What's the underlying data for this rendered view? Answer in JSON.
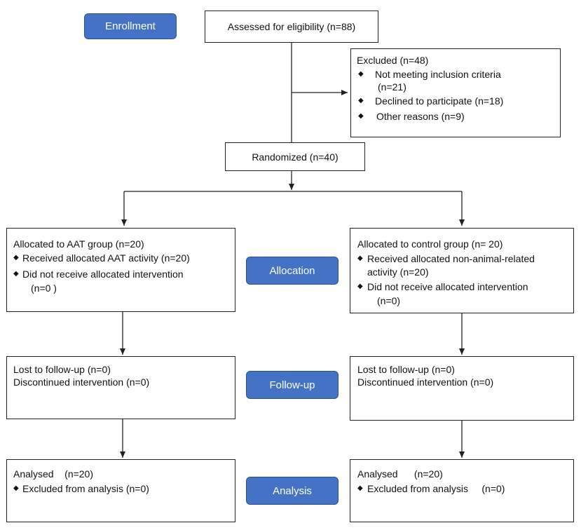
{
  "stages": {
    "enrollment": "Enrollment",
    "allocation": "Allocation",
    "follow_up": "Follow-up",
    "analysis": "Analysis"
  },
  "assessed": {
    "text": "Assessed for eligibility (n=88)"
  },
  "excluded": {
    "title": "Excluded (n=48)",
    "items": [
      {
        "line1": "Not meeting inclusion criteria",
        "line2": "(n=21)"
      },
      {
        "line1": "Declined to participate (n=18)"
      },
      {
        "line1": "Other reasons (n=9)"
      }
    ]
  },
  "randomized": {
    "text": "Randomized (n=40)"
  },
  "left": {
    "allocation": {
      "title": "Allocated to AAT group (n=20)",
      "items": [
        {
          "line1": "Received allocated AAT activity (n=20)"
        },
        {
          "line1": "Did not receive allocated intervention",
          "line2": "(n=0 )"
        }
      ]
    },
    "follow_up": {
      "lines": [
        "Lost to follow-up (n=0)",
        "Discontinued intervention (n=0)"
      ]
    },
    "analysis": {
      "title": "Analysed    (n=20)",
      "items": [
        {
          "line1": "Excluded from analysis (n=0)"
        }
      ]
    }
  },
  "right": {
    "allocation": {
      "title": "Allocated to control group (n= 20)",
      "items": [
        {
          "line1": "Received allocated non-animal-related",
          "line2": "activity (n=20)"
        },
        {
          "line1": "Did not receive allocated intervention",
          "line2": "(n=0)"
        }
      ]
    },
    "follow_up": {
      "lines": [
        "Lost to follow-up (n=0)",
        "Discontinued intervention (n=0)"
      ]
    },
    "analysis": {
      "title": "Analysed      (n=20)",
      "items": [
        {
          "line1": "Excluded from analysis     (n=0)"
        }
      ]
    }
  },
  "colors": {
    "stage_fill": "#4472C4",
    "stage_border": "#2F528F",
    "line": "#222222"
  },
  "icons": {
    "bullet": "diamond-bullet-icon",
    "arrow": "arrowhead-icon"
  }
}
